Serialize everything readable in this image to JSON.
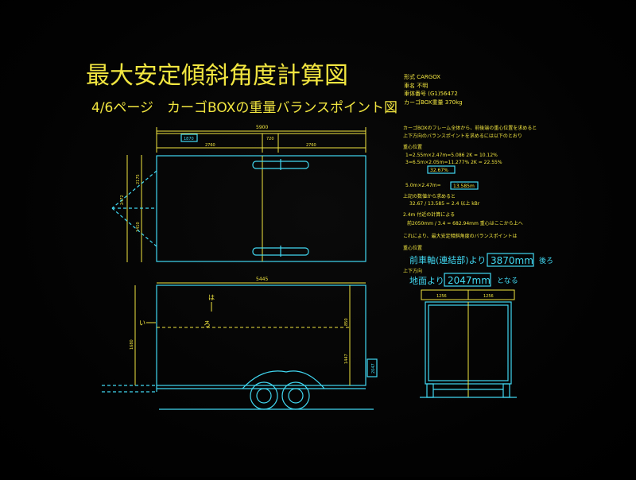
{
  "title": "最大安定傾斜角度計算図",
  "subtitle": "4/6ページ　カーゴBOXの重量バランスポイント図",
  "info_block": {
    "line1": "形式 CARGOX",
    "line2": "車名 不明",
    "line3": "車体番号 (G1)56472",
    "line4": "カーゴBOX重量 370kg"
  },
  "calc": {
    "intro1": "カーゴBOXのフレーム全体から、前後端の重心位置を求めると",
    "intro2": "上下方向のバランスポイントを求めるには以下のとおり",
    "head1": "重心位置",
    "eq1": "1=2.55m×2.47m=5.086 2K = 10.12%",
    "eq2": "3=6.5m×2.05m=11.277% 2K = 22.55%",
    "eq3_box": "32.67%",
    "eq4": "5.0m×2.47m=",
    "eq4_box": "13.585m",
    "head2": "上記の数値から求めると",
    "eq5": "32.67 / 13.585 = 2.4 以上 kBr",
    "head3": "2.4m 付近の計算による",
    "eq6": "前2050mm / 3.4 = 682.94mm 重心はここから上へ",
    "note": "これにより、最大安定傾斜角度のバランスポイントは",
    "head4": "重心位置",
    "result1_label": "前車軸(連結部)より",
    "result1_value": "3870mm",
    "result1_suffix": "後ろ",
    "head5": "上下方向",
    "result2_label": "地面より",
    "result2_value": "2047mm",
    "result2_suffix": "となる"
  },
  "top_view": {
    "overall": "5900",
    "seg1": "2760",
    "seg2": "2760",
    "mid": "720",
    "box_label": "1870",
    "side1": "2175",
    "side_left": "2472",
    "side_lower": "1410"
  },
  "side_view": {
    "overall": "5445",
    "ha_label": "は",
    "i_label": "い",
    "ro_label": "ろ",
    "h1": "1680",
    "h2": "1447",
    "h3": "850",
    "box_label": "2047"
  },
  "rear_view": {
    "w1": "1256",
    "w2": "1256"
  }
}
